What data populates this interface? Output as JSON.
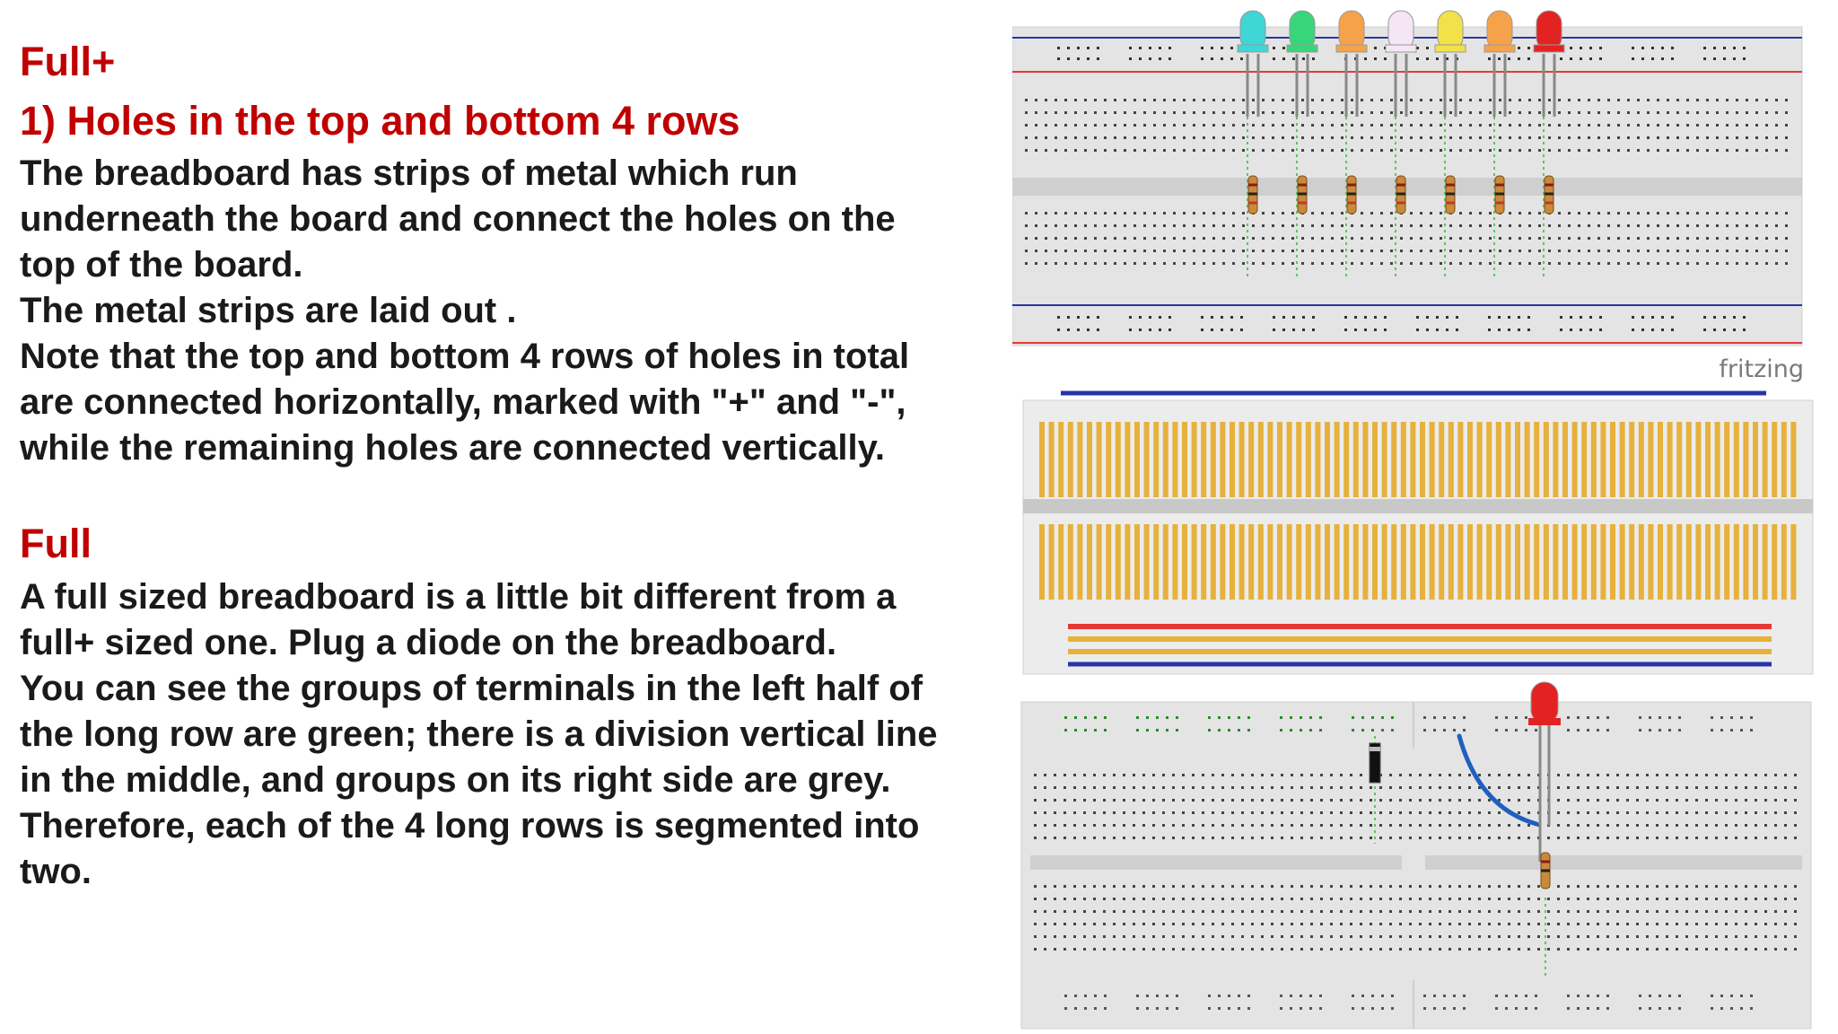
{
  "sections": {
    "full_plus": {
      "title": "Full+",
      "subtitle": "1) Holes in the top and bottom 4 rows",
      "lines": [
        "The breadboard has strips of metal which run",
        "underneath the board and connect the holes on the",
        "top of the board.",
        "The metal strips are laid out .",
        "Note that the top and bottom 4 rows of holes in total",
        "are connected horizontally, marked with \"+\" and \"-\",",
        "while the remaining holes are connected vertically."
      ]
    },
    "full": {
      "title": "Full",
      "lines": [
        "A full sized breadboard is a little bit different from a",
        "full+ sized one. Plug a diode on the breadboard.",
        "You can see the groups of terminals in the left half of",
        "the long row are green; there is a division vertical line",
        "in the middle, and groups on its right side are grey.",
        "Therefore, each of the 4 long rows is segmented into",
        "two."
      ]
    }
  },
  "figures": {
    "watermark": "fritzing",
    "led_colors": [
      "#3fd6d6",
      "#38d67a",
      "#f5a24a",
      "#f4e6f4",
      "#f3e14a",
      "#f5a24a",
      "#e32222"
    ],
    "strip_color": "#e6b13c",
    "rail_red": "#e53935",
    "rail_blue": "#2835a8",
    "wire_blue": "#1f5fbf"
  }
}
